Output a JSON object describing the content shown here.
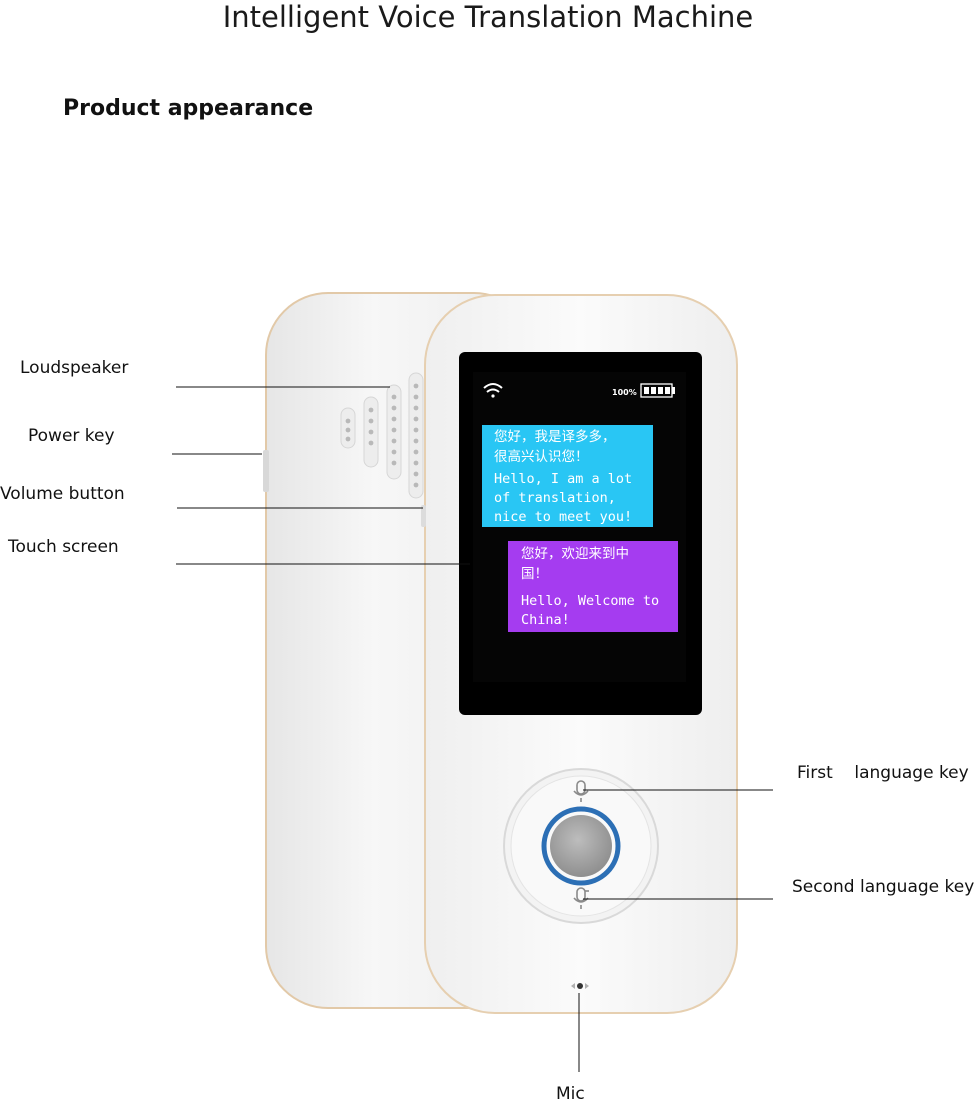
{
  "page": {
    "title": "Intelligent Voice Translation Machine",
    "section_heading": "Product appearance"
  },
  "callouts": {
    "loudspeaker": "Loudspeaker",
    "power_key": "Power key",
    "volume_button": "Volume button",
    "touch_screen": "Touch screen",
    "first_language_key": "First    language key",
    "second_language_key": "Second language key",
    "mic": "Mic"
  },
  "device_screen": {
    "status_battery": "100%",
    "bubble_1": {
      "line_1": "您好，我是译多多，",
      "line_2": "很高兴认识您！",
      "line_3": "Hello, I am a lot",
      "line_4": "of translation,",
      "line_5": "nice to meet you!"
    },
    "bubble_2": {
      "line_1": "您好，欢迎来到中",
      "line_2": "国！",
      "line_3": "Hello, Welcome to",
      "line_4": "China!"
    }
  },
  "colors": {
    "bubble_1": "#29c6f4",
    "bubble_2": "#a53cf0",
    "device_body": "#f4f4f4",
    "screen_bg": "#000000",
    "center_ring": "#2c6fb5"
  },
  "icons": [
    "wifi-icon",
    "battery-icon",
    "mic-icon"
  ]
}
